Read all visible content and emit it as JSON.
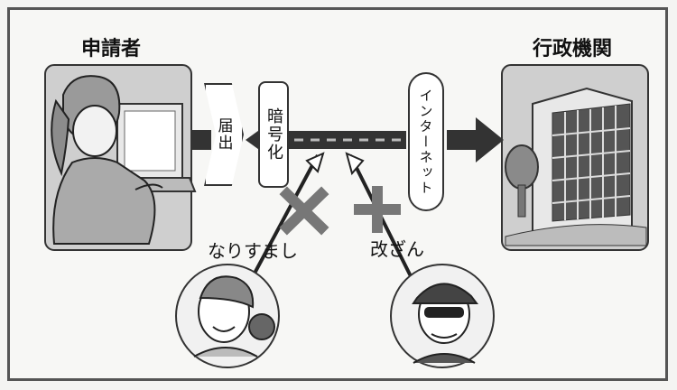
{
  "actors": {
    "applicant": "申請者",
    "agency": "行政機関"
  },
  "steps": {
    "submit": "届出",
    "encrypt": "暗号化",
    "internet": "インターネット"
  },
  "threats": {
    "spoofing": "なりすまし",
    "tampering": "改ざん"
  }
}
